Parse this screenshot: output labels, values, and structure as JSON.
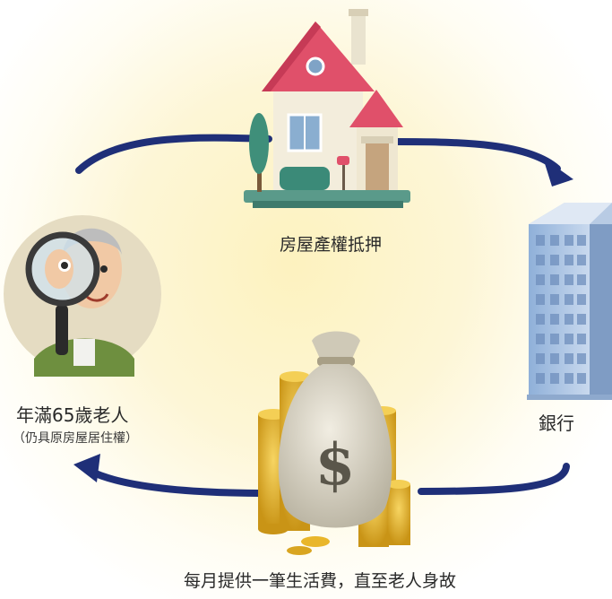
{
  "flow": {
    "mortgage_label": "房屋產權抵押",
    "elder_label": "年滿65歲老人",
    "elder_note": "（仍具原房屋居住權）",
    "bank_label": "銀行",
    "monthly_label": "每月提供一筆生活費，直至老人身故"
  },
  "colors": {
    "arrow": "#1f2f78",
    "roof": "#e0506a",
    "wall": "#f3eddc",
    "building": "#9fb8d8",
    "coin": "#e9b62b",
    "bag": "#d9d4c4"
  },
  "icons": [
    "house-icon",
    "elderly-man-icon",
    "magnifier-icon",
    "bank-building-icon",
    "money-bag-icon",
    "coin-stack-icon",
    "dollar-icon"
  ]
}
